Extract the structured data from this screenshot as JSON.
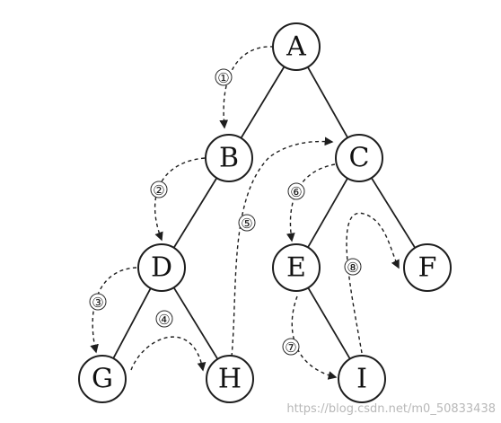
{
  "nodes": [
    {
      "id": "A",
      "label": "A"
    },
    {
      "id": "B",
      "label": "B"
    },
    {
      "id": "C",
      "label": "C"
    },
    {
      "id": "D",
      "label": "D"
    },
    {
      "id": "E",
      "label": "E"
    },
    {
      "id": "F",
      "label": "F"
    },
    {
      "id": "G",
      "label": "G"
    },
    {
      "id": "H",
      "label": "H"
    },
    {
      "id": "I",
      "label": "I"
    }
  ],
  "edges": [
    {
      "from": "A",
      "to": "B"
    },
    {
      "from": "A",
      "to": "C"
    },
    {
      "from": "B",
      "to": "D"
    },
    {
      "from": "D",
      "to": "G"
    },
    {
      "from": "D",
      "to": "H"
    },
    {
      "from": "C",
      "to": "E"
    },
    {
      "from": "C",
      "to": "F"
    },
    {
      "from": "E",
      "to": "I"
    }
  ],
  "traversal_steps": [
    {
      "label": "①",
      "from": "A",
      "to": "B"
    },
    {
      "label": "②",
      "from": "B",
      "to": "D"
    },
    {
      "label": "③",
      "from": "D",
      "to": "G"
    },
    {
      "label": "④",
      "from": "G",
      "to": "H"
    },
    {
      "label": "⑤",
      "from": "H",
      "to": "C"
    },
    {
      "label": "⑥",
      "from": "C",
      "to": "E"
    },
    {
      "label": "⑦",
      "from": "E",
      "to": "I"
    },
    {
      "label": "⑧",
      "from": "I",
      "to": "F"
    }
  ],
  "watermark": "https://blog.csdn.net/m0_50833438"
}
